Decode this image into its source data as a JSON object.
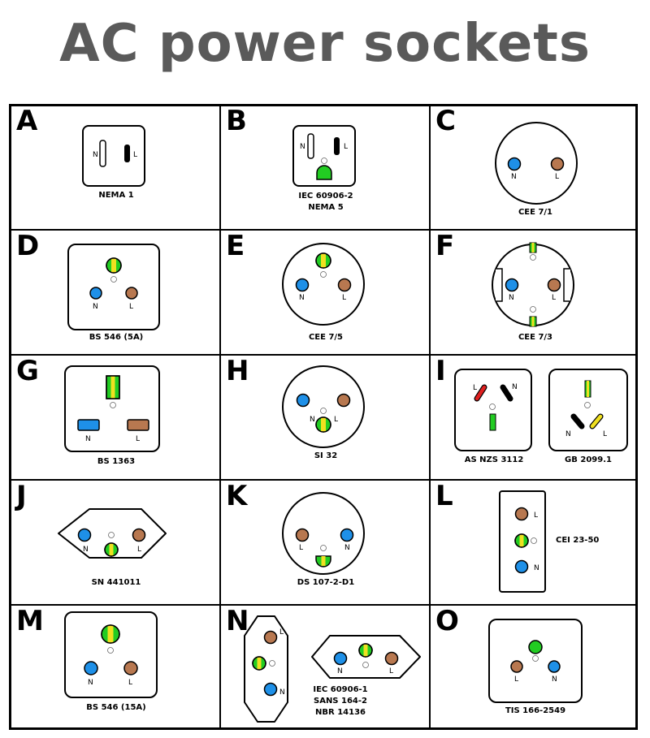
{
  "title": "AC power sockets",
  "sockets": [
    {
      "letter": "A",
      "caption": [
        "NEMA 1"
      ]
    },
    {
      "letter": "B",
      "caption": [
        "IEC 60906-2",
        "NEMA 5"
      ]
    },
    {
      "letter": "C",
      "caption": [
        "CEE 7/1"
      ]
    },
    {
      "letter": "D",
      "caption": [
        "BS 546 (5A)"
      ]
    },
    {
      "letter": "E",
      "caption": [
        "CEE 7/5"
      ]
    },
    {
      "letter": "F",
      "caption": [
        "CEE 7/3"
      ]
    },
    {
      "letter": "G",
      "caption": [
        "BS 1363"
      ]
    },
    {
      "letter": "H",
      "caption": [
        "SI 32"
      ]
    },
    {
      "letter": "I",
      "caption": [
        "AS NZS 3112",
        "GB 2099.1"
      ]
    },
    {
      "letter": "J",
      "caption": [
        "SN 441011"
      ]
    },
    {
      "letter": "K",
      "caption": [
        "DS 107-2-D1"
      ]
    },
    {
      "letter": "L",
      "caption": [
        "CEI 23-50"
      ]
    },
    {
      "letter": "M",
      "caption": [
        "BS 546 (15A)"
      ]
    },
    {
      "letter": "N",
      "caption": [
        "IEC 60906-1",
        "SANS 164-2",
        "NBR 14136"
      ]
    },
    {
      "letter": "O",
      "caption": [
        "TIS 166-2549"
      ]
    }
  ],
  "pin_labels": {
    "neutral": "N",
    "live": "L"
  },
  "colors": {
    "title": "#5a5a5a",
    "neutral": "#1e90e8",
    "live": "#b87850",
    "earth_green": "#22cc22",
    "earth_yellow": "#f0e020",
    "outline": "#000000"
  }
}
